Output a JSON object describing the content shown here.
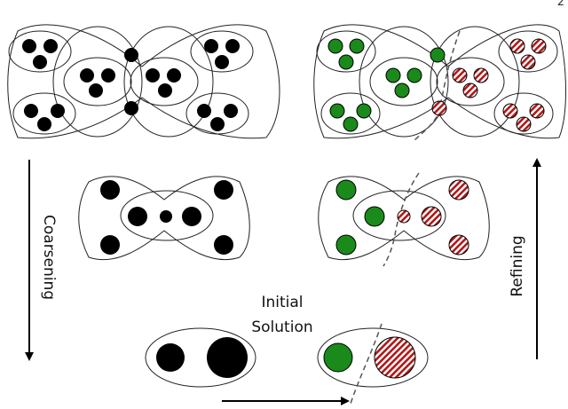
{
  "page_number": "2",
  "labels": {
    "coarsening": "Coarsening",
    "refining": "Refining",
    "initial_line1": "Initial",
    "initial_line2": "Solution"
  },
  "colors": {
    "node": "#000000",
    "part_a": "#1a8a1a",
    "part_b_stripe": "#b01818",
    "outline": "#222222",
    "cut": "#555555"
  }
}
